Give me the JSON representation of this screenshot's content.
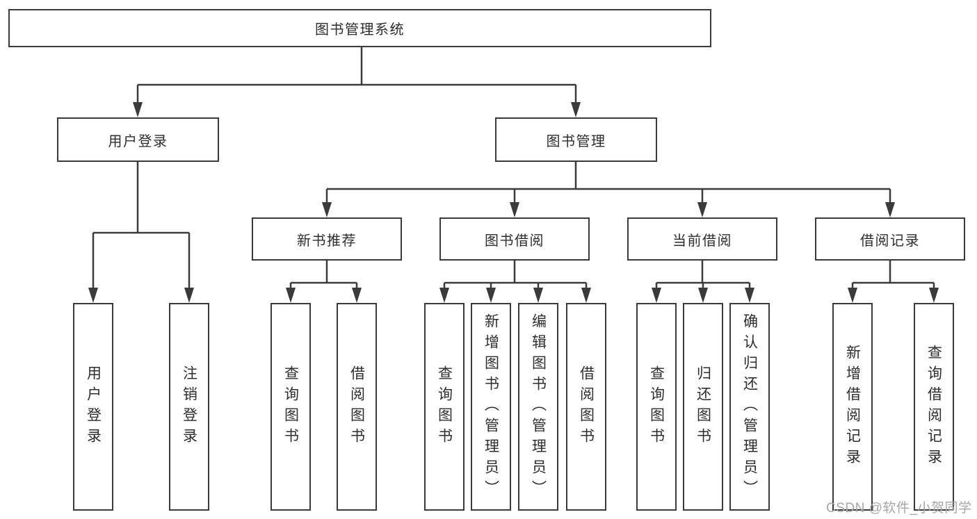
{
  "colors": {
    "background": "#ffffff",
    "box_border": "#3a3a3a",
    "connector_line": "#3a3a3a",
    "text": "#2d2d2d",
    "watermark_text": "#a6a6a6"
  },
  "tree": {
    "root": {
      "label": "图书管理系统"
    },
    "branches": [
      {
        "label": "用户登录",
        "leaves": [
          {
            "label": "用户登录"
          },
          {
            "label": "注销登录"
          }
        ]
      },
      {
        "label": "图书管理",
        "groups": [
          {
            "label": "新书推荐",
            "leaves": [
              {
                "label": "查询图书"
              },
              {
                "label": "借阅图书"
              }
            ]
          },
          {
            "label": "图书借阅",
            "leaves": [
              {
                "label": "查询图书"
              },
              {
                "label": "新增图书（管理员）"
              },
              {
                "label": "编辑图书（管理员）"
              },
              {
                "label": "借阅图书"
              }
            ]
          },
          {
            "label": "当前借阅",
            "leaves": [
              {
                "label": "查询图书"
              },
              {
                "label": "归还图书"
              },
              {
                "label": "确认归还（管理员）"
              }
            ]
          },
          {
            "label": "借阅记录",
            "leaves": [
              {
                "label": "新增借阅记录"
              },
              {
                "label": "查询借阅记录"
              }
            ]
          }
        ]
      }
    ]
  },
  "watermark": {
    "text": "CSDN @软件_小贺同学"
  }
}
